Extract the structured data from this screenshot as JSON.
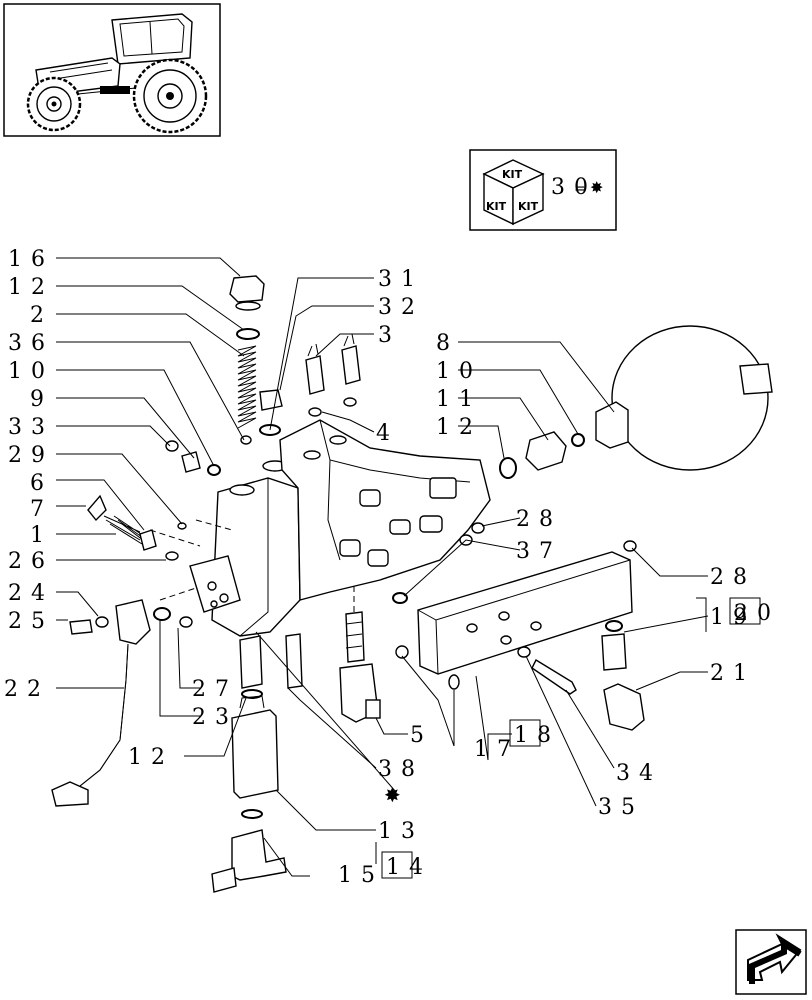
{
  "thumbnail": {
    "icon": "tractor-icon"
  },
  "kit_box": {
    "icon": "kit-box-icon",
    "top_label": "KIT",
    "side_label_left": "KIT",
    "side_label_right": "KIT",
    "reference_number": "30",
    "reference_symbol": "=",
    "reference_mark": "✸"
  },
  "callouts": [
    {
      "id": "l16",
      "text": "16"
    },
    {
      "id": "l12a",
      "text": "12"
    },
    {
      "id": "l2",
      "text": "2"
    },
    {
      "id": "l36",
      "text": "36"
    },
    {
      "id": "l10a",
      "text": "10"
    },
    {
      "id": "l9",
      "text": "9"
    },
    {
      "id": "l33",
      "text": "33"
    },
    {
      "id": "l29",
      "text": "29"
    },
    {
      "id": "l6",
      "text": "6"
    },
    {
      "id": "l7",
      "text": "7"
    },
    {
      "id": "l1",
      "text": "1"
    },
    {
      "id": "l26",
      "text": "26"
    },
    {
      "id": "l24",
      "text": "24"
    },
    {
      "id": "l25",
      "text": "25"
    },
    {
      "id": "l22",
      "text": "22"
    },
    {
      "id": "l27",
      "text": "27"
    },
    {
      "id": "l23",
      "text": "23"
    },
    {
      "id": "l12c",
      "text": "12"
    },
    {
      "id": "l31",
      "text": "31"
    },
    {
      "id": "l32",
      "text": "32"
    },
    {
      "id": "l3",
      "text": "3"
    },
    {
      "id": "l4",
      "text": "4"
    },
    {
      "id": "l8",
      "text": "8"
    },
    {
      "id": "l10b",
      "text": "10"
    },
    {
      "id": "l11",
      "text": "11"
    },
    {
      "id": "l12b",
      "text": "12"
    },
    {
      "id": "l28a",
      "text": "28"
    },
    {
      "id": "l37",
      "text": "37"
    },
    {
      "id": "l28b",
      "text": "28"
    },
    {
      "id": "l19",
      "text": "19"
    },
    {
      "id": "l20",
      "text": "20"
    },
    {
      "id": "l21",
      "text": "21"
    },
    {
      "id": "l5",
      "text": "5"
    },
    {
      "id": "l17",
      "text": "17"
    },
    {
      "id": "l18",
      "text": "18"
    },
    {
      "id": "l38",
      "text": "38"
    },
    {
      "id": "l34",
      "text": "34"
    },
    {
      "id": "l35",
      "text": "35"
    },
    {
      "id": "l13",
      "text": "13"
    },
    {
      "id": "l15",
      "text": "15"
    },
    {
      "id": "l14",
      "text": "14"
    }
  ],
  "kit_mark": "✸",
  "navigation": {
    "icon": "next-page-arrow-icon"
  }
}
